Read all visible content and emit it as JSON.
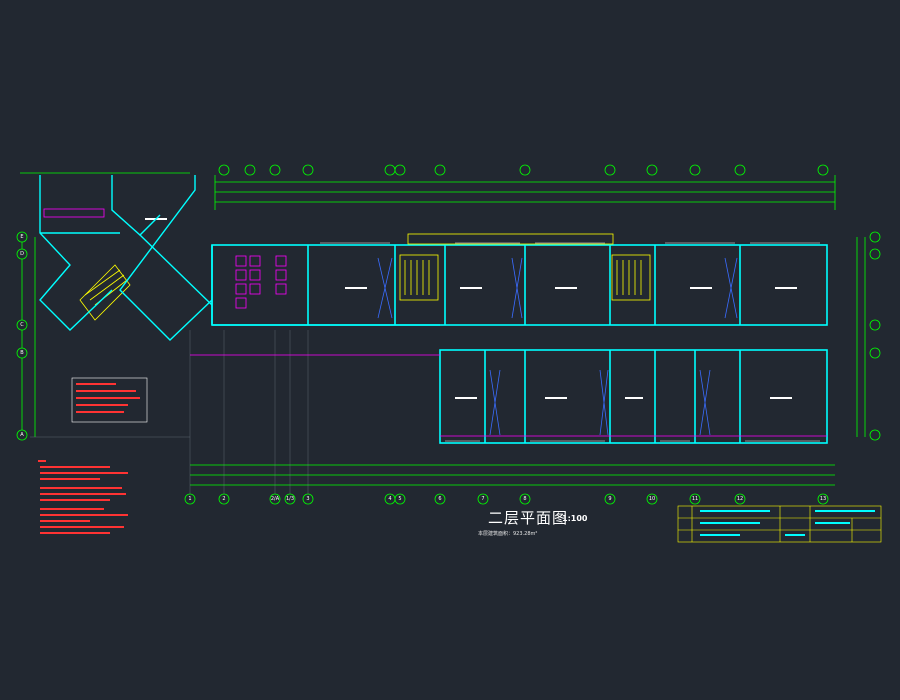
{
  "drawing": {
    "title": "二层平面图",
    "scale": "1:100",
    "area_note": "本层建筑面积：923.28m²"
  },
  "axes": {
    "columns": [
      "1",
      "2",
      "2/A",
      "1/3",
      "3",
      "4",
      "5",
      "6",
      "7",
      "8",
      "9",
      "10",
      "11",
      "12",
      "13"
    ],
    "rows": [
      "E",
      "D",
      "C",
      "B",
      "A"
    ]
  },
  "colors": {
    "background": "#222831",
    "dimension": "#00ff00",
    "wall": "#00ffff",
    "window": "#ffffff",
    "stair": "#ffff00",
    "toilet": "#ff00ff",
    "note": "#ff3333",
    "titleblock": "#ffff00"
  }
}
